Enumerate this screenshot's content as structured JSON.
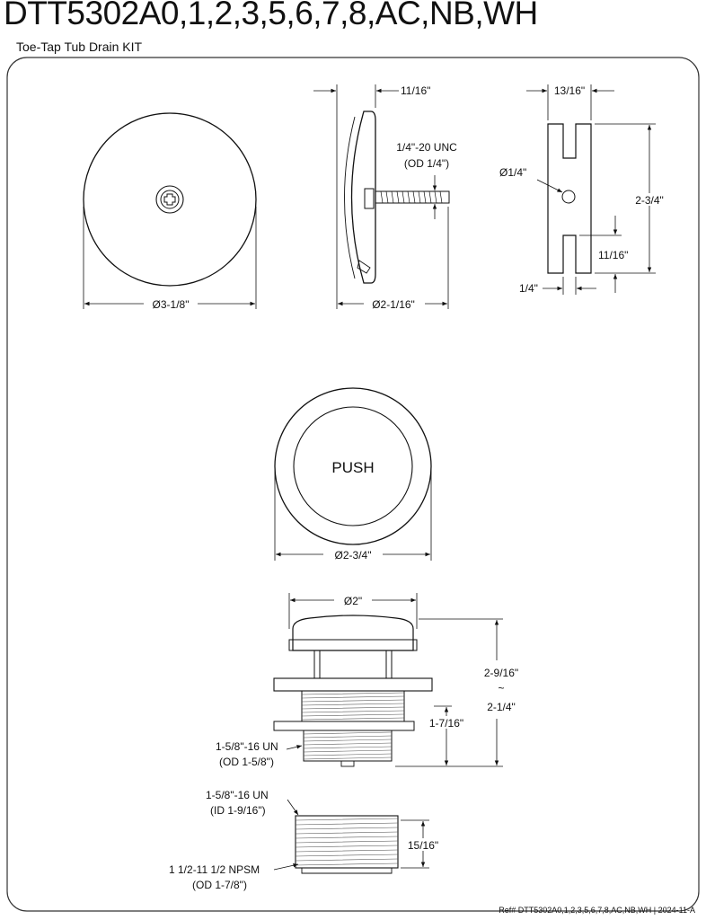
{
  "header": {
    "title": "DTT5302A0,1,2,3,5,6,7,8,AC,NB,WH",
    "subtitle": "Toe-Tap Tub Drain KIT"
  },
  "plate_front": {
    "dim_diameter": "Ø3-1/8\""
  },
  "plate_side": {
    "dim_depth": "11/16\"",
    "dim_thread": "1/4\"-20 UNC",
    "dim_thread_od": "(OD 1/4\")",
    "dim_diameter": "Ø2-1/16\""
  },
  "bracket": {
    "dim_width": "13/16\"",
    "dim_hole": "Ø1/4\"",
    "dim_height": "2-3/4\"",
    "dim_slot": "11/16\"",
    "dim_slot_width": "1/4\""
  },
  "stopper_top": {
    "label": "PUSH",
    "dim_diameter": "Ø2-3/4\""
  },
  "stopper_side": {
    "dim_top_diameter": "Ø2\"",
    "dim_total_height": "2-9/16\"",
    "dim_approx": "~",
    "dim_total_height_alt": "2-1/4\"",
    "dim_body_height": "1-7/16\"",
    "dim_thread": "1-5/8\"-16 UN",
    "dim_thread_od": "(OD 1-5/8\")"
  },
  "adapter": {
    "dim_thread": "1-5/8\"-16 UN",
    "dim_thread_id": "(ID 1-9/16\")",
    "dim_height": "15/16\"",
    "dim_npsm": "1 1/2-11 1/2 NPSM",
    "dim_npsm_od": "(OD 1-7/8\")"
  },
  "footer": {
    "ref": "Ref# DTT5302A0,1,2,3,5,6,7,8,AC,NB,WH | 2024-11-A"
  }
}
